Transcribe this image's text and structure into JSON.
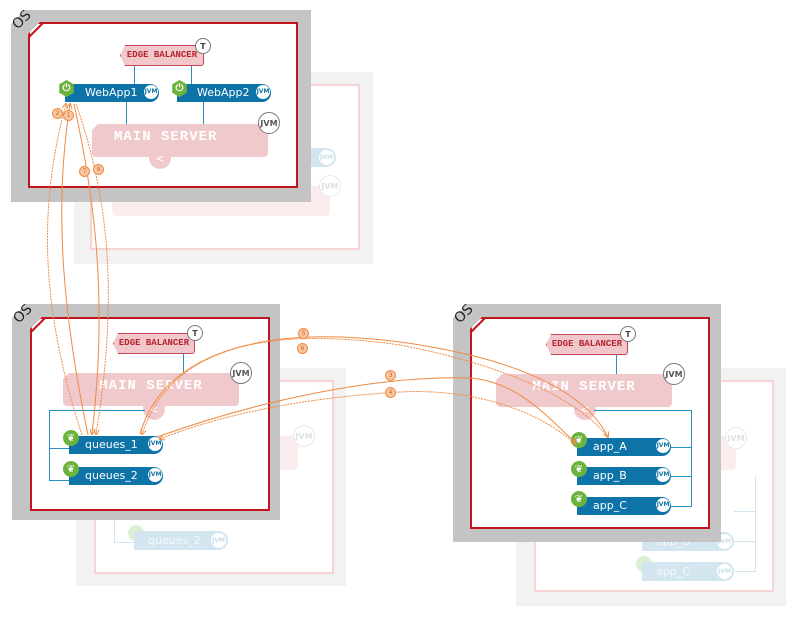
{
  "diagram": {
    "os_label": "OS",
    "colors": {
      "os_frame": "#c4c4c4",
      "host_border": "#c0141f",
      "edge_fill": "#f1c7cb",
      "edge_text": "#b4232d",
      "server_fill": "#f0c9cd",
      "app_fill": "#0e74a8",
      "spring_green": "#6cb33e",
      "arc_orange": "#f08a42"
    },
    "clusters": [
      {
        "id": "top",
        "edge_balancer": "EDGE BALANCER",
        "edge_badge": "T",
        "main_server": "MAIN SERVER",
        "server_badge": "JVM",
        "apps": [
          {
            "name": "WebApp1",
            "icon": "power-icon",
            "badge": "JVM"
          },
          {
            "name": "WebApp2",
            "icon": "power-icon",
            "badge": "JVM"
          }
        ]
      },
      {
        "id": "left",
        "edge_balancer": "EDGE BALANCER",
        "edge_badge": "T",
        "main_server": "MAIN SERVER",
        "server_badge": "JVM",
        "apps": [
          {
            "name": "queues_1",
            "icon": "spring-leaf-icon",
            "badge": "JVM"
          },
          {
            "name": "queues_2",
            "icon": "spring-leaf-icon",
            "badge": "JVM"
          }
        ]
      },
      {
        "id": "right",
        "edge_balancer": "EDGE BALANCER",
        "edge_badge": "T",
        "main_server": "MAIN SERVER",
        "server_badge": "JVM",
        "apps": [
          {
            "name": "app_A",
            "icon": "spring-leaf-icon",
            "badge": "JVM"
          },
          {
            "name": "app_B",
            "icon": "spring-leaf-icon",
            "badge": "JVM"
          },
          {
            "name": "app_C",
            "icon": "spring-leaf-icon",
            "badge": "JVM"
          }
        ]
      }
    ],
    "ghosts": {
      "top_badge": "JVM",
      "left_app": "queues_2",
      "left_badge": "JVM",
      "right_apps": [
        "app_B",
        "app_C"
      ],
      "right_badge": "JVM"
    },
    "steps": [
      "1",
      "2",
      "3",
      "4",
      "5",
      "6",
      "7",
      "8"
    ]
  }
}
